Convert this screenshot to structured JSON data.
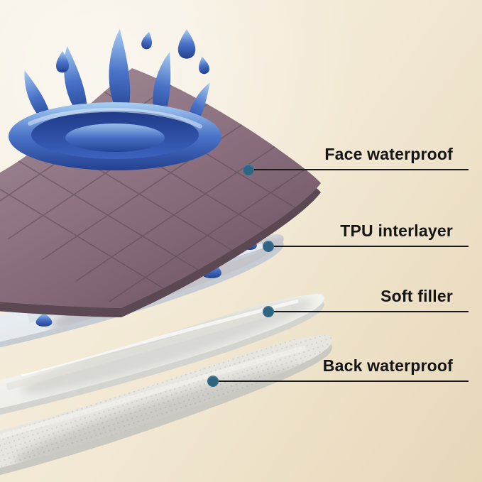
{
  "colors": {
    "background_top": "#f7f1e4",
    "background_bottom": "#e6d7b8",
    "marker_dot": "#2e6583",
    "leader_line": "#1a1a1a",
    "face_layer": "#8a6e7d",
    "tpu_layer": "#eef2f5",
    "soft_filler_layer": "#f6f6f2",
    "back_layer": "#e7e6e1",
    "water": "#3f66c0"
  },
  "layers": [
    {
      "label": "Face waterproof",
      "marker": "layer-marker-dot"
    },
    {
      "label": "TPU interlayer",
      "marker": "layer-marker-dot"
    },
    {
      "label": "Soft filler",
      "marker": "layer-marker-dot"
    },
    {
      "label": "Back waterproof",
      "marker": "layer-marker-dot"
    }
  ],
  "decorations": [
    {
      "name": "water-splash-icon",
      "meaning": "blue water splash crown on face layer"
    },
    {
      "name": "water-droplet-icon",
      "meaning": "blue droplets on TPU interlayer"
    }
  ]
}
